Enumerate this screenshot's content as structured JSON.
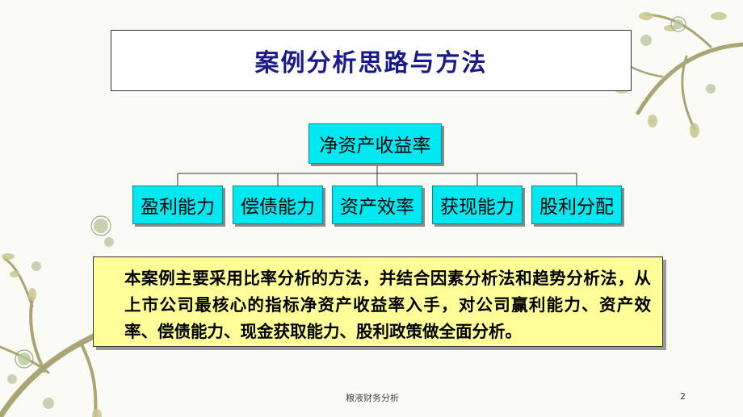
{
  "slide": {
    "title": "案例分析思路与方法",
    "root": "净资产收益率",
    "children": [
      "盈利能力",
      "偿债能力",
      "资产效率",
      "获现能力",
      "股利分配"
    ],
    "summary": "本案例主要采用比率分析的方法，并结合因素分析法和趋势分析法，从上市公司最核心的指标净资产收益率入手，对公司赢利能力、资产效率、偿债能力、现金获取能力、股利政策做全面分析。",
    "footer": "粮液财务分析",
    "page_number": "2"
  },
  "colors": {
    "node_fill": "#00e8f0",
    "summary_fill": "#ffff99",
    "title_text": "#1a1a8c",
    "background": "#fbfbf5",
    "branch_decor": "#b5b37a"
  }
}
